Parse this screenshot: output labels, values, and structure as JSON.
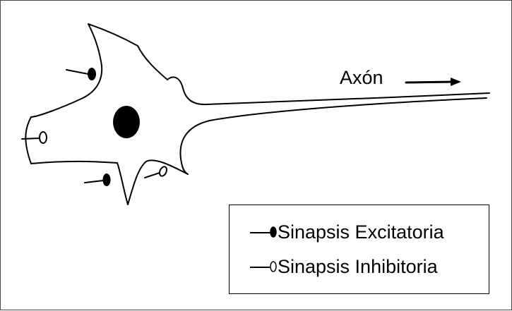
{
  "diagram": {
    "axon_label": "Axón",
    "stroke_color": "#000000",
    "background_color": "#ffffff"
  },
  "legend": {
    "excitatory_label": "Sinapsis Excitatoria",
    "inhibitory_label": "Sinapsis Inhibitoria",
    "excitatory_symbol": "filled-synapse-icon",
    "inhibitory_symbol": "open-synapse-icon"
  }
}
